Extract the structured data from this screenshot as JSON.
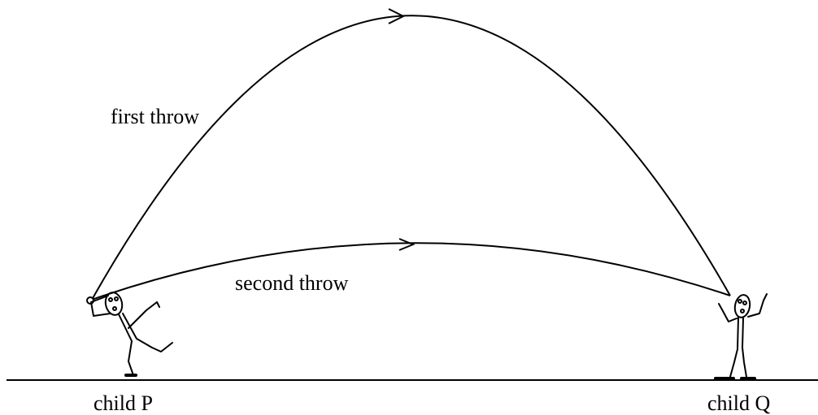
{
  "labels": {
    "first_throw": "first throw",
    "second_throw": "second throw",
    "child_p": "child P",
    "child_q": "child Q"
  },
  "colors": {
    "ink": "#000000",
    "background": "#ffffff"
  }
}
